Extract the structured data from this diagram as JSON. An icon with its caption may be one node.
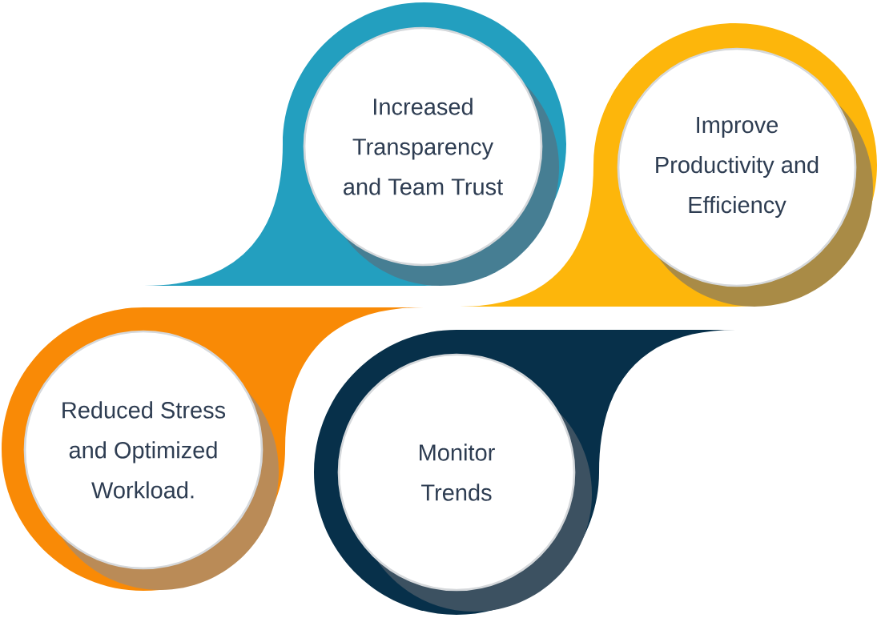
{
  "diagram": {
    "nodes": [
      {
        "text": [
          "Increased Transparency and Team Trust"
        ]
      },
      {
        "text": [
          "Improve Productivity and Efficiency"
        ]
      },
      {
        "text": [
          "Reduced Stress and Optimized Workload."
        ]
      },
      {
        "text": [
          "Monitor Trends"
        ]
      }
    ]
  }
}
